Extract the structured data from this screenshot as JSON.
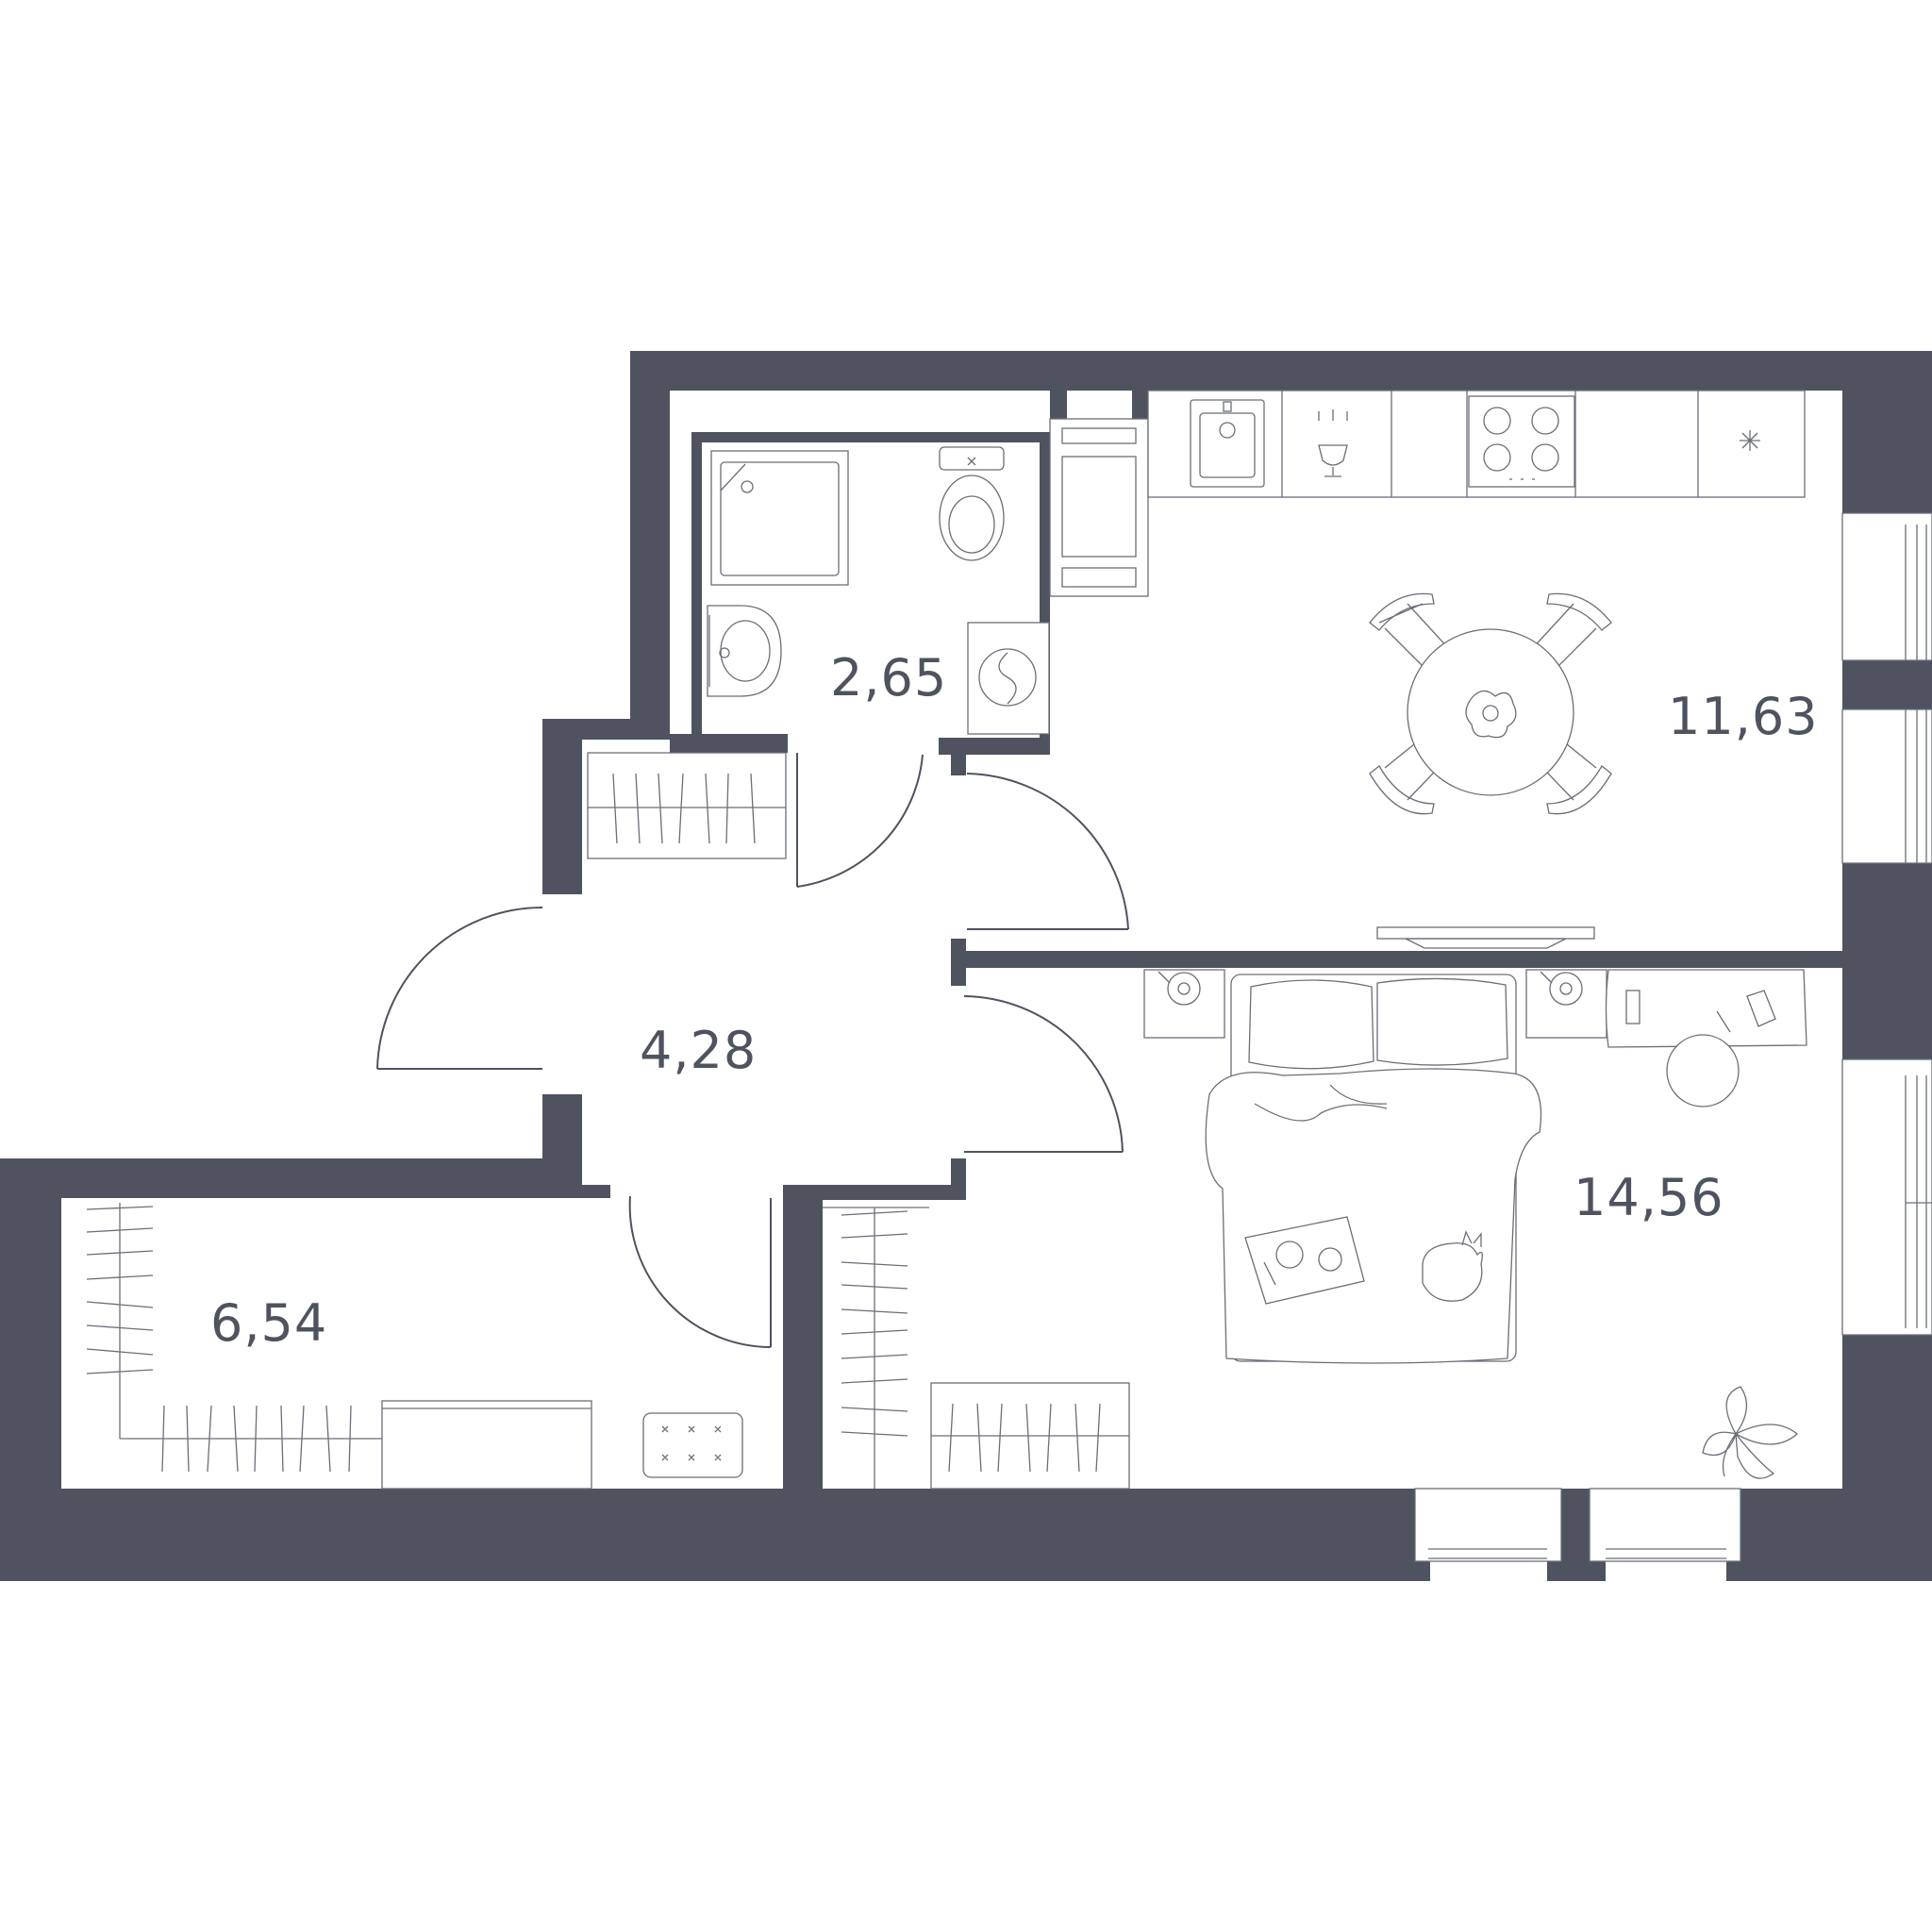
{
  "rooms": {
    "bathroom": {
      "area": "2,65"
    },
    "kitchen_living": {
      "area": "11,63"
    },
    "hallway": {
      "area": "4,28"
    },
    "bedroom": {
      "area": "14,56"
    },
    "storage": {
      "area": "6,54"
    }
  },
  "colors": {
    "wall": "#4f535f",
    "furniture_line": "#6a6e78",
    "background": "#ffffff"
  }
}
